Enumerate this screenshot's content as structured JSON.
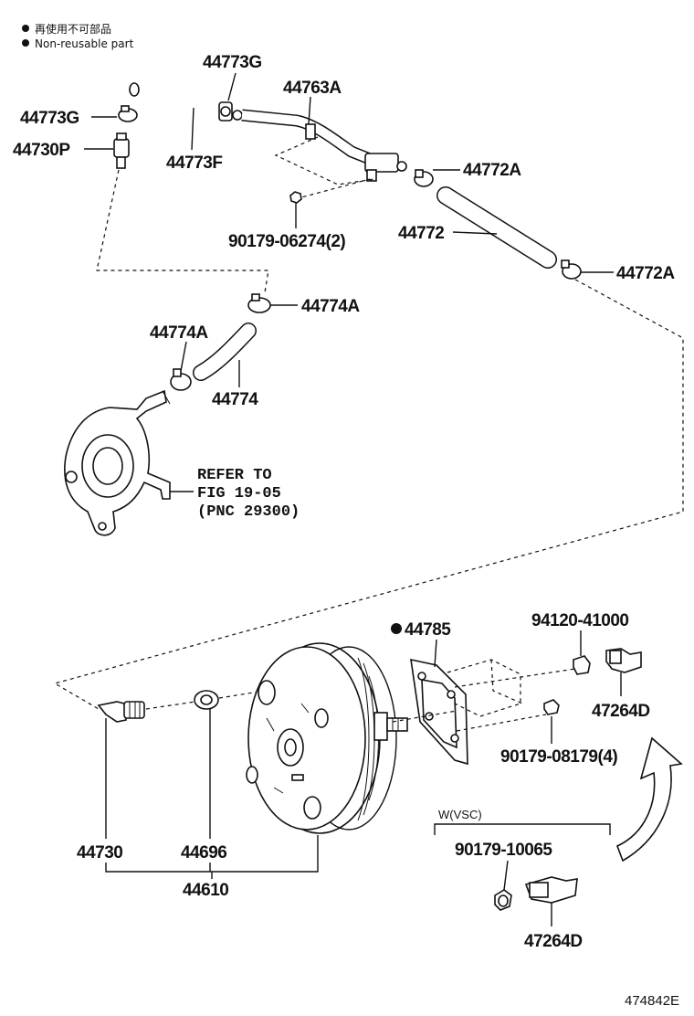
{
  "legend": {
    "bullet_icon": "filled-circle-icon",
    "japanese": "再使用不可部品",
    "english": "Non-reusable part"
  },
  "labels": {
    "p44773G_top": "44773G",
    "p44763A": "44763A",
    "p44773G_left": "44773G",
    "p44730P": "44730P",
    "p44773F": "44773F",
    "p44772A_upper": "44772A",
    "p90179_06274": "90179-06274(2)",
    "p44772": "44772",
    "p44772A_lower": "44772A",
    "p44774A_right": "44774A",
    "p44774A_left": "44774A",
    "p44774": "44774",
    "p44785": "44785",
    "p94120_41000": "94120-41000",
    "p47264D_upper": "47264D",
    "p90179_08179": "90179-08179(4)",
    "wvsc": "W(VSC)",
    "p90179_10065": "90179-10065",
    "p47264D_lower": "47264D",
    "p44730": "44730",
    "p44696": "44696",
    "p44610": "44610"
  },
  "refer": {
    "line1": "REFER TO",
    "line2": "FIG 19-05",
    "line3": "(PNC 29300)"
  },
  "figure_id": "474842E"
}
